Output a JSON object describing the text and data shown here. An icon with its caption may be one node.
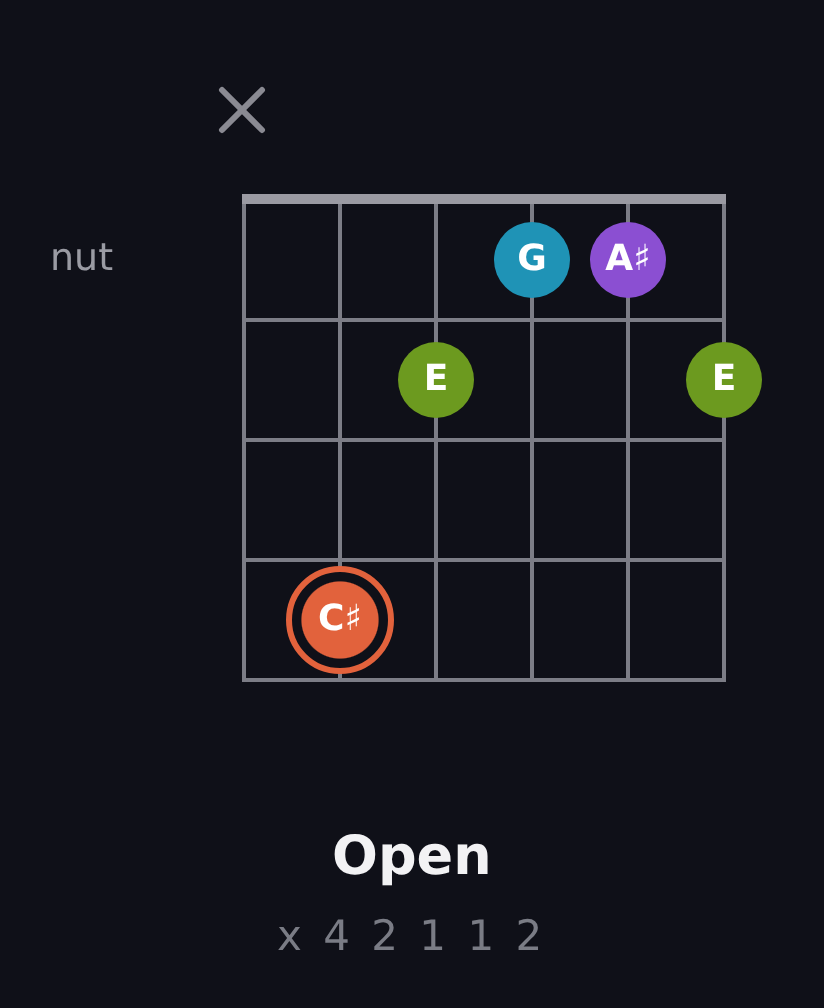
{
  "diagram": {
    "title": "Open",
    "nodes": [
      {
        "text": [
          "G"
        ]
      },
      {
        "text": [
          "A♯"
        ]
      },
      {
        "text": [
          "E"
        ]
      },
      {
        "text": [
          "E"
        ]
      },
      {
        "text": [
          "C♯"
        ]
      }
    ],
    "labels": [
      "nut",
      "x 4 2 1 1 2"
    ]
  }
}
